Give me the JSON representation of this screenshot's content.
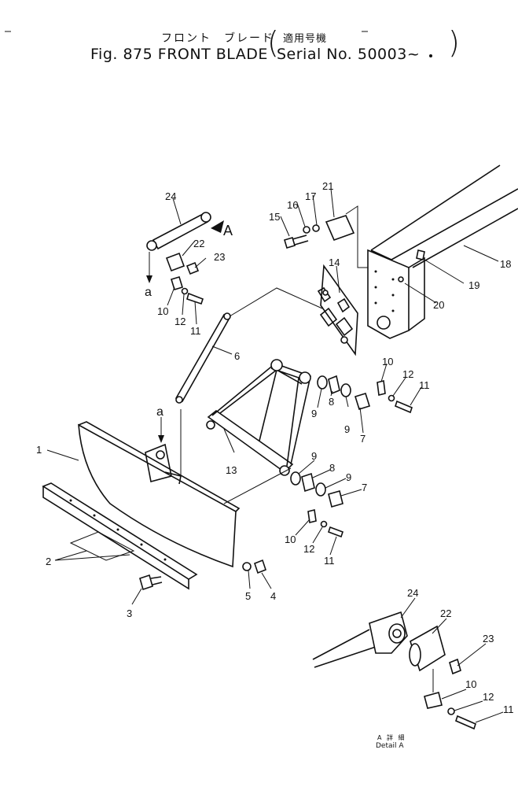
{
  "title": {
    "jp_name": "フロント　ブレード",
    "jp_serial": "適用号機",
    "en_name": "Fig. 875 FRONT BLADE",
    "en_serial": "Serial No. 50003~"
  },
  "detail": {
    "jp": "A 詳 細",
    "en": "Detail A"
  },
  "view_marker": "A",
  "connection_marker": "a",
  "callouts": [
    "1",
    "2",
    "3",
    "4",
    "5",
    "6",
    "7",
    "8",
    "9",
    "10",
    "11",
    "12",
    "13",
    "14",
    "15",
    "16",
    "17",
    "18",
    "19",
    "20",
    "21",
    "22",
    "23",
    "24"
  ]
}
